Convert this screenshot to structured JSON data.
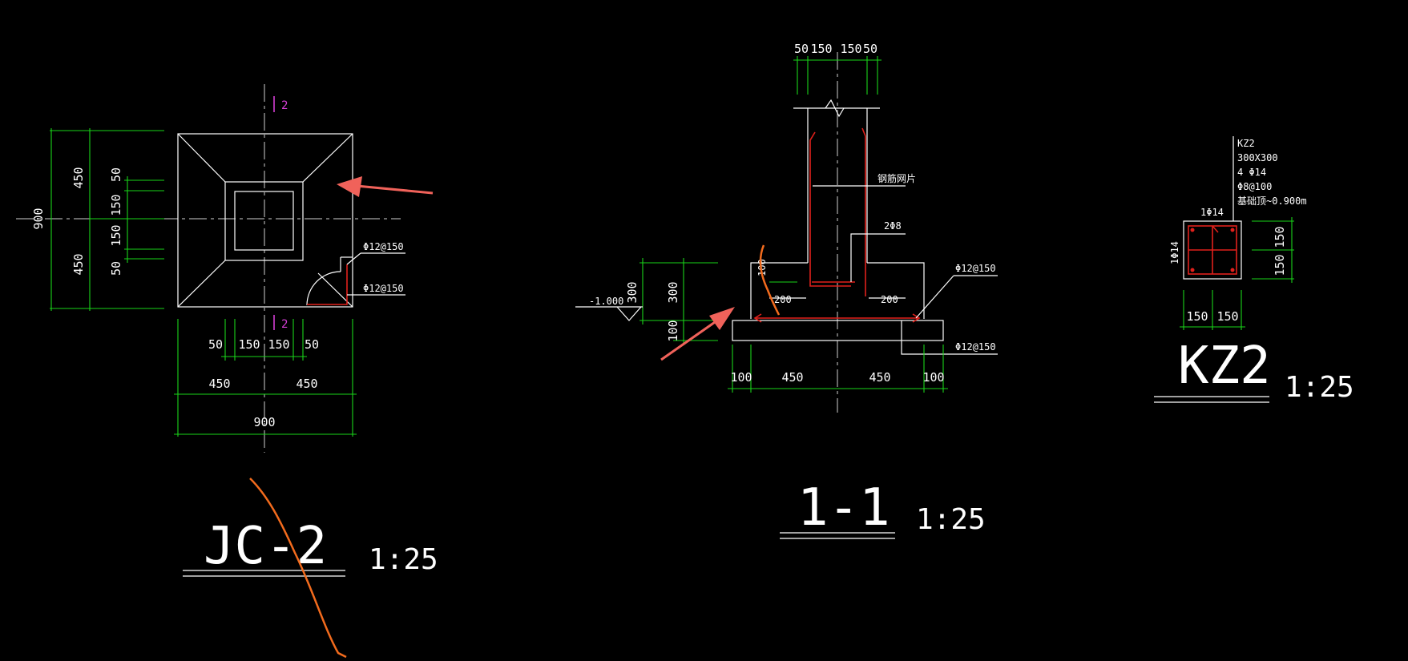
{
  "jc2": {
    "section_mark": "2",
    "dims_left": [
      "450",
      "450",
      "900"
    ],
    "dims_inner_left": [
      "50",
      "150",
      "150",
      "50"
    ],
    "dims_bottom_inner": [
      "50",
      "150",
      "150",
      "50"
    ],
    "dims_bottom": [
      "450",
      "450"
    ],
    "dims_total": "900",
    "rebar_labels": [
      "Φ12@150",
      "Φ12@150"
    ],
    "title": "JC-2",
    "scale": "1:25"
  },
  "section11": {
    "dims_top": [
      "50",
      "150",
      "150",
      "50"
    ],
    "note_top": "钢筋网片",
    "note_mid": "2Φ8",
    "label_200_left": "200",
    "label_200_right": "200",
    "label_100_vert": "100",
    "rebar_right": [
      "Φ12@150",
      "Φ12@150"
    ],
    "elevation": "-1.000",
    "dims_left": [
      "300",
      "300",
      "100"
    ],
    "dims_bottom": [
      "100",
      "450",
      "450",
      "100"
    ],
    "title": "1-1",
    "scale": "1:25"
  },
  "kz2": {
    "info": [
      "KZ2",
      "300X300",
      "4 Φ14",
      "Φ8@100",
      "基础顶~0.900m"
    ],
    "top_label": "1Φ14",
    "left_label": "1Φ14",
    "dims_right": [
      "150",
      "150"
    ],
    "dims_bottom": [
      "150",
      "150"
    ],
    "title": "KZ2",
    "scale": "1:25"
  },
  "colors": {
    "background": "#000000",
    "linework": "#ffffff",
    "dimension": "#19d419",
    "rebar": "#e0201b",
    "section_mark": "#d63fd6",
    "annotation_arrow": "#f0625a",
    "annotation_stroke": "#f26b1d"
  }
}
